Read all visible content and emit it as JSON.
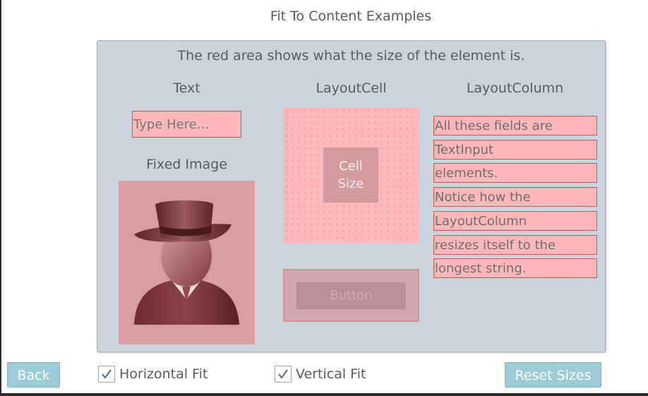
{
  "page": {
    "title": "Fit To Content Examples"
  },
  "panel": {
    "description": "The red area shows what the size of the element is.",
    "text_column": {
      "heading": "Text",
      "input_placeholder": "Type Here...",
      "image_heading": "Fixed Image"
    },
    "cell_column": {
      "heading": "LayoutCell",
      "cell_label": "Cell\nSize",
      "button_label": "Button"
    },
    "layout_column": {
      "heading": "LayoutColumn",
      "fields": [
        "All these fields are",
        "TextInput",
        "elements.",
        "Notice how the",
        "LayoutColumn",
        "resizes itself to the",
        "longest string."
      ]
    }
  },
  "footer": {
    "back_label": "Back",
    "horizontal_fit": {
      "label": "Horizontal Fit",
      "checked": true
    },
    "vertical_fit": {
      "label": "Vertical Fit",
      "checked": true
    },
    "reset_label": "Reset Sizes"
  },
  "icons": {
    "fixed_image": "person-in-top-hat-icon",
    "checkbox_check": "check-icon"
  },
  "colors": {
    "panel_bg": "#cbd3dc",
    "element_red": "#ffb8b8",
    "element_red_border": "#c85858",
    "button_blue": "#9dcbd8"
  }
}
